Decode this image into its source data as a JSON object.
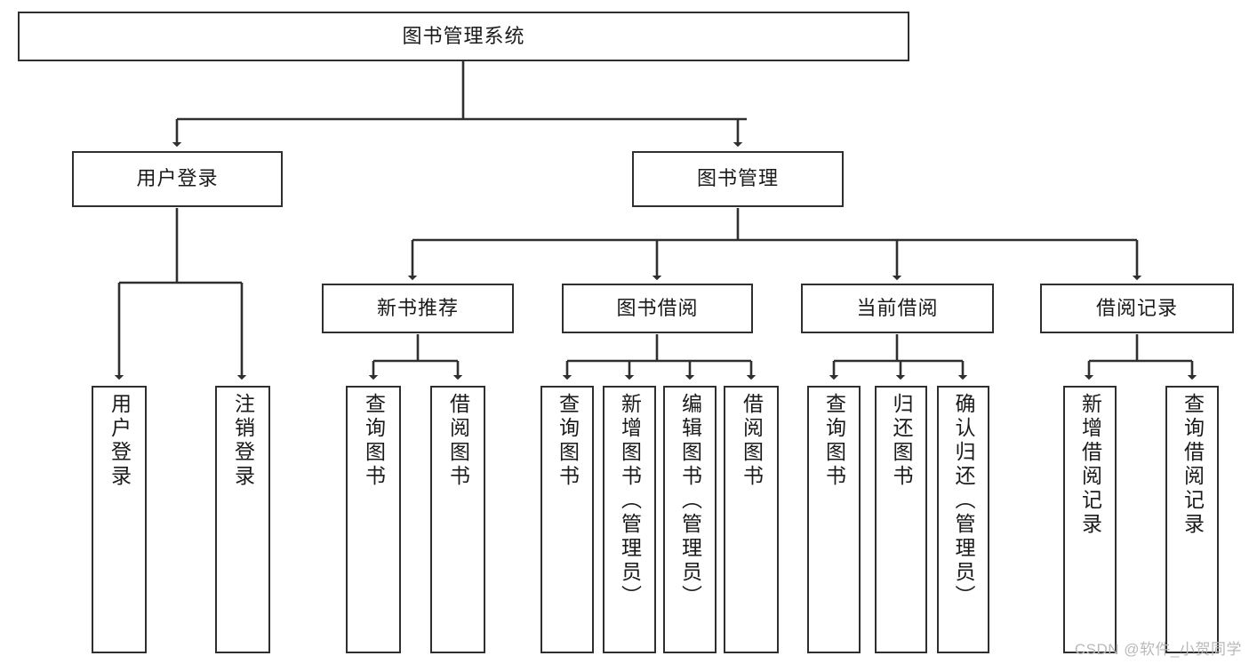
{
  "diagram": {
    "title": "图书管理系统",
    "type": "hierarchy-tree",
    "watermark": "CSDN @软件_小贺同学",
    "colors": {
      "box_border": "#2f2f2f",
      "box_fill": "#ffffff",
      "connector": "#2f2f2f",
      "text": "#1a1a1a",
      "watermark": "#b9b9b9",
      "background": "#ffffff"
    },
    "root": {
      "label": "图书管理系统"
    },
    "level2": [
      {
        "label": "用户登录"
      },
      {
        "label": "图书管理"
      }
    ],
    "level3": [
      {
        "label": "新书推荐"
      },
      {
        "label": "图书借阅"
      },
      {
        "label": "当前借阅"
      },
      {
        "label": "借阅记录"
      }
    ],
    "leaves": {
      "user_login": [
        {
          "label": "用户登录"
        },
        {
          "label": "注销登录"
        }
      ],
      "new_book_recommend": [
        {
          "label": "查询图书"
        },
        {
          "label": "借阅图书"
        }
      ],
      "book_borrow": [
        {
          "label": "查询图书"
        },
        {
          "label": "新增图书（管理员）"
        },
        {
          "label": "编辑图书（管理员）"
        },
        {
          "label": "借阅图书"
        }
      ],
      "current_borrow": [
        {
          "label": "查询图书"
        },
        {
          "label": "归还图书"
        },
        {
          "label": "确认归还（管理员）"
        }
      ],
      "borrow_record": [
        {
          "label": "新增借阅记录"
        },
        {
          "label": "查询借阅记录"
        }
      ]
    }
  }
}
